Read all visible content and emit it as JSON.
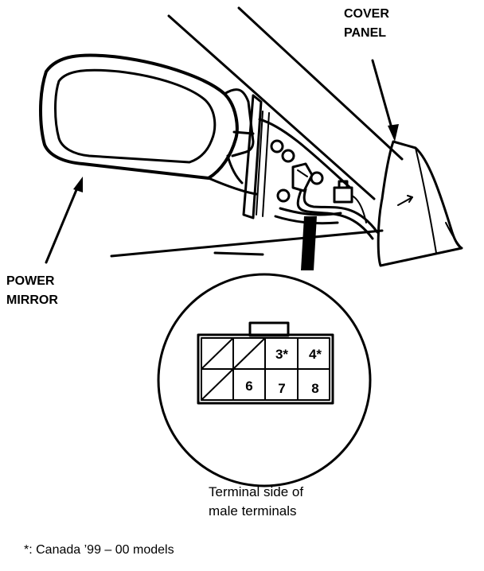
{
  "labels": {
    "cover_panel_line1": "COVER",
    "cover_panel_line2": "PANEL",
    "power_mirror_line1": "POWER",
    "power_mirror_line2": "MIRROR"
  },
  "connector": {
    "pins": [
      "3*",
      "4*",
      "6",
      "7",
      "8"
    ]
  },
  "caption": {
    "line1": "Terminal side of",
    "line2": "male terminals"
  },
  "footnote": "*: Canada ’99 – 00 models"
}
